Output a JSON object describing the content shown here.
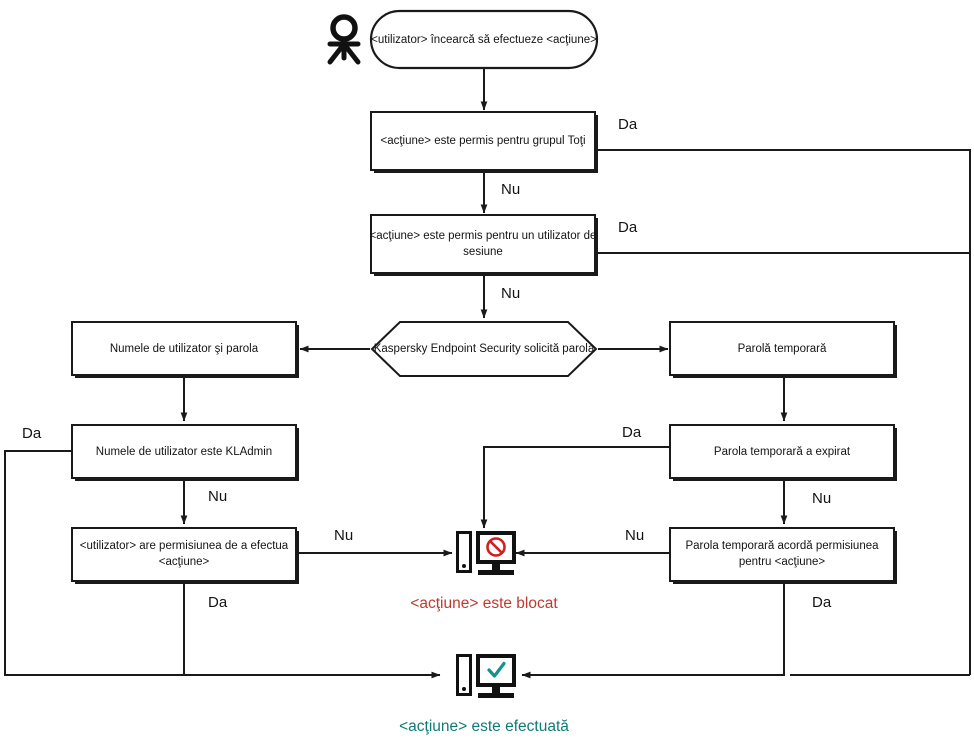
{
  "diagram": {
    "title": "Kaspersky Endpoint Security password check flow",
    "language": "ro",
    "colors": {
      "stroke": "#1a1a1a",
      "blocked": "#c0392f",
      "done": "#0e7c74",
      "deny_icon": "#d01f1f",
      "check_icon": "#14938c",
      "background": "#ffffff"
    },
    "actor": {
      "name": "user-actor",
      "shape": "stick-figure"
    },
    "nodes": {
      "start": {
        "label": "<utilizator> încearcă să efectueze <acţiune>",
        "shape": "stadium"
      },
      "allowed_everyone": {
        "label": "<acţiune> este permis pentru grupul Toţi",
        "shape": "rect"
      },
      "allowed_session_user": {
        "label_line1": "<acţiune> este permis pentru un utilizator de",
        "label_line2": "sesiune",
        "shape": "rect"
      },
      "kes_prompt": {
        "label": "Kaspersky Endpoint Security solicită parola",
        "shape": "hexagon"
      },
      "username_password": {
        "label": "Numele de utilizator şi parola",
        "shape": "rect"
      },
      "temp_password": {
        "label": "Parolă temporară",
        "shape": "rect"
      },
      "is_kladmin": {
        "label": "Numele de utilizator este KLAdmin",
        "shape": "rect"
      },
      "temp_expired": {
        "label": "Parola temporară a expirat",
        "shape": "rect"
      },
      "user_has_permission": {
        "label_line1": "<utilizator> are permisiunea de a efectua",
        "label_line2": "<acţiune>",
        "shape": "rect"
      },
      "temp_grants_permission": {
        "label_line1": "Parola temporară acordă permisiunea",
        "label_line2": "pentru <acţiune>",
        "shape": "rect"
      },
      "blocked": {
        "label": "<acţiune> este blocat",
        "icon": "monitor-denied-icon"
      },
      "performed": {
        "label": "<acţiune> este efectuată",
        "icon": "monitor-check-icon"
      }
    },
    "edge_labels": {
      "yes": "Da",
      "no": "Nu",
      "everyone_yes": "Da",
      "everyone_no": "Nu",
      "session_yes": "Da",
      "session_no": "Nu",
      "kladmin_no": "Nu",
      "kladmin_yes": "Da",
      "permission_no": "Nu",
      "permission_yes": "Da",
      "expired_yes": "Da",
      "expired_no": "Nu",
      "grants_no": "Nu",
      "grants_yes": "Da"
    }
  }
}
